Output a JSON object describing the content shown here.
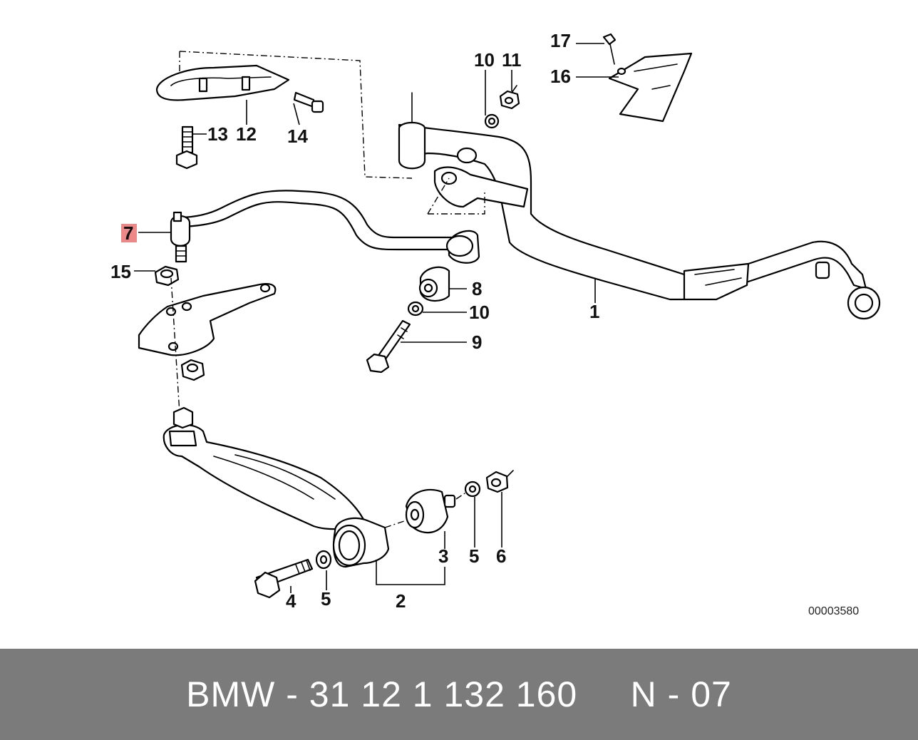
{
  "diagram": {
    "reference_code": "00003580",
    "highlighted_callout": "7",
    "highlight_color": "#ee8888",
    "callouts": [
      "17",
      "16",
      "10",
      "11",
      "13",
      "12",
      "14",
      "7",
      "15",
      "8",
      "10",
      "9",
      "1",
      "3",
      "5",
      "6",
      "4",
      "5",
      "2"
    ]
  },
  "footer": {
    "background": "#7b7b7b",
    "text": "BMW - 31 12 1 132 160     N - 07"
  }
}
